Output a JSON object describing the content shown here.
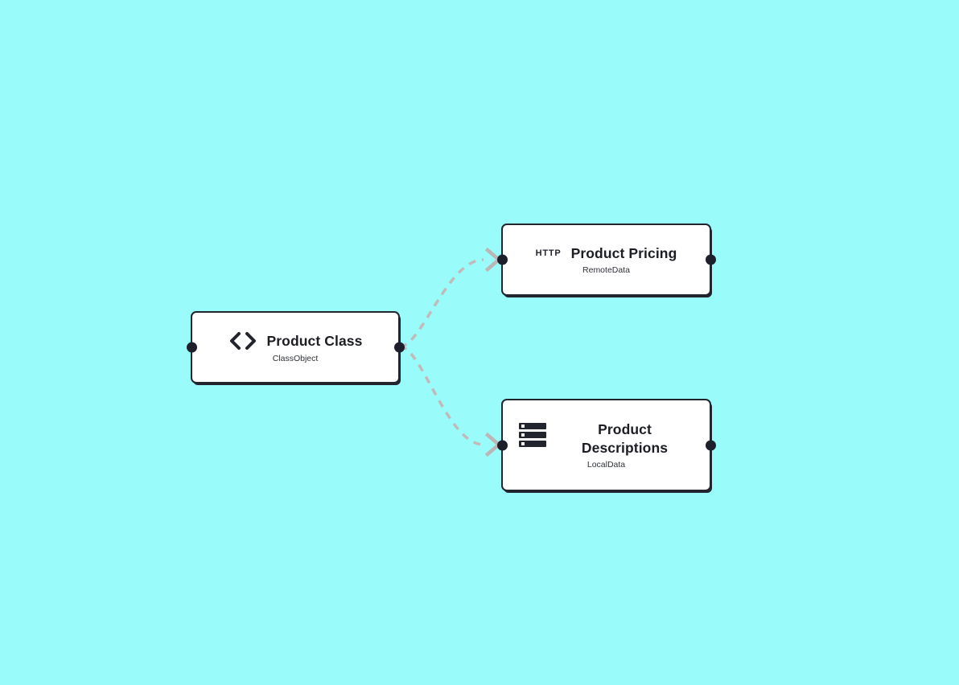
{
  "canvas": {
    "type": "node-flow-diagram",
    "background_color": "#9afbfb"
  },
  "colors": {
    "node_fill": "#ffffff",
    "node_border": "#22242e",
    "edge": "#c0bbbb",
    "port": "#1d1f2b",
    "title_text": "#1c1e24",
    "subtitle_text": "#2e3238"
  },
  "nodes": [
    {
      "id": "product-class",
      "title": "Product Class",
      "subtitle": "ClassObject",
      "icon": "code-brackets-icon"
    },
    {
      "id": "product-pricing",
      "title": "Product Pricing",
      "subtitle": "RemoteData",
      "icon": "http-icon",
      "icon_label": "HTTP"
    },
    {
      "id": "product-descriptions",
      "title": "Product Descriptions",
      "subtitle": "LocalData",
      "icon": "list-rows-icon"
    }
  ],
  "edges": [
    {
      "from": "product-class",
      "to": "product-pricing",
      "style": "dashed",
      "arrowhead": "chevron-right"
    },
    {
      "from": "product-class",
      "to": "product-descriptions",
      "style": "dashed",
      "arrowhead": "chevron-right"
    }
  ]
}
